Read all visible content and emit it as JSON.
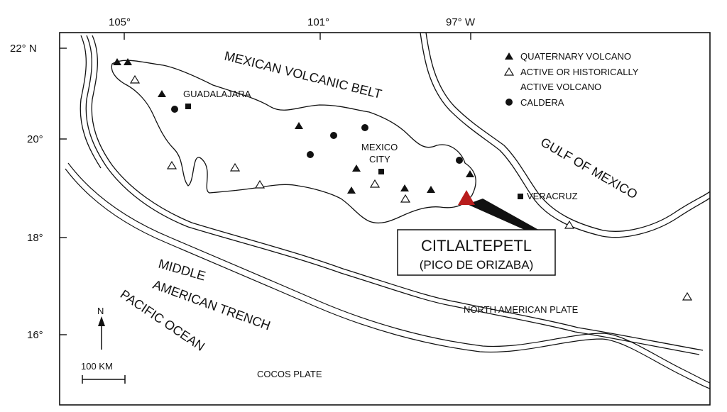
{
  "axes": {
    "top_ticks": [
      "105°",
      "101°",
      "97° W"
    ],
    "left_ticks": [
      "22° N",
      "20°",
      "18°",
      "16°"
    ]
  },
  "labels": {
    "belt": "MEXICAN VOLCANIC BELT",
    "guadalajara": "GUADALAJARA",
    "mexico": "MEXICO",
    "city": "CITY",
    "veracruz": "VERACRUZ",
    "gulf": "GULF OF MEXICO",
    "trench_1": "MIDDLE",
    "trench_2": "AMERICAN TRENCH",
    "pacific": "PACIFIC OCEAN",
    "cocos": "COCOS PLATE",
    "north_american": "NORTH AMERICAN PLATE",
    "north": "N",
    "scale": "100 KM"
  },
  "callout": {
    "name": "CITLALTEPETL",
    "alt_name": "(PICO DE ORIZABA)"
  },
  "legend": {
    "items": [
      {
        "symbol": "filled-triangle",
        "label": "QUATERNARY VOLCANO"
      },
      {
        "symbol": "open-triangle",
        "label": "ACTIVE OR HISTORICALLY"
      },
      {
        "symbol": "none",
        "label": "ACTIVE VOLCANO"
      },
      {
        "symbol": "filled-circle",
        "label": "CALDERA"
      }
    ]
  },
  "colors": {
    "highlight": "#b81c1c",
    "ink": "#111111"
  }
}
